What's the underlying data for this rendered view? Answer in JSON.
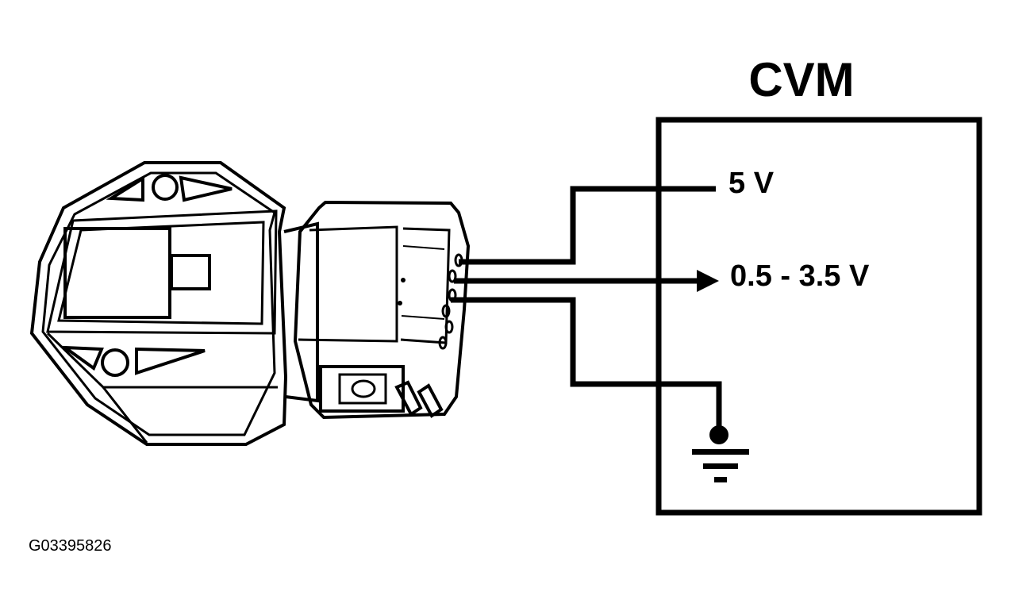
{
  "title": "CVM",
  "labels": {
    "supply": "5 V",
    "signal": "0.5 - 3.5 V"
  },
  "figure_id": "G03395826"
}
